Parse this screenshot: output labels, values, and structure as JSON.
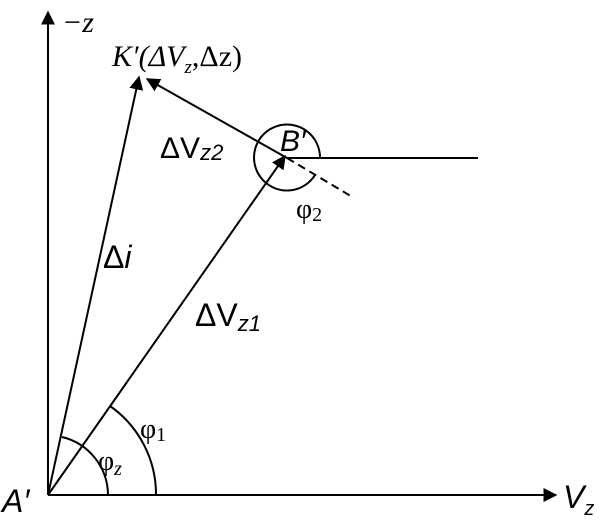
{
  "diagram": {
    "labels": {
      "neg_z_axis": {
        "main": "−z"
      },
      "vz_axis": {
        "main": "V",
        "sub": "z"
      },
      "origin": {
        "main": "A′"
      },
      "point_k": {
        "pre": "K′(ΔV",
        "sub1": "z",
        "mid": ",Δz)"
      },
      "point_b": {
        "main": "B′"
      },
      "delta_vz2": {
        "pre": "ΔV",
        "sub": "z2"
      },
      "delta_vz1": {
        "pre": "ΔV",
        "sub": "z1"
      },
      "delta_i": {
        "pre": "Δ",
        "main": "i"
      },
      "phi_1": {
        "main": "φ",
        "sub": "1"
      },
      "phi_z": {
        "main": "φ",
        "sub": "z"
      },
      "phi_2": {
        "main": "φ",
        "sub": "2"
      }
    },
    "colors": {
      "line": "#000000",
      "background": "#ffffff"
    }
  }
}
